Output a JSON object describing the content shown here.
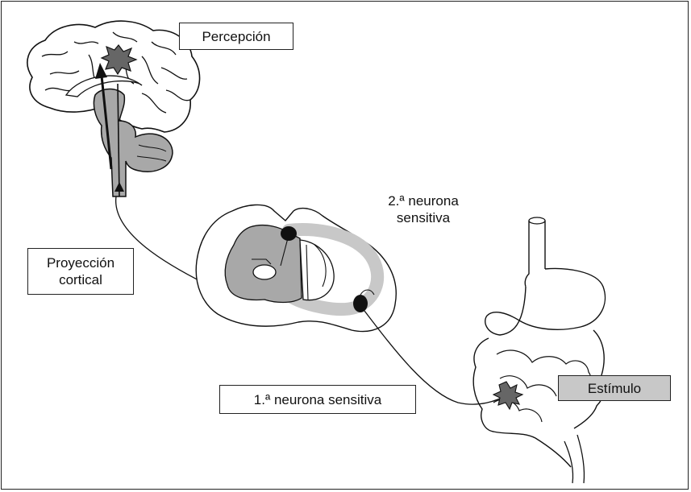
{
  "labels": {
    "percepcion": "Percepción",
    "segunda_neurona_line1": "2.ª neurona",
    "segunda_neurona_line2": "sensitiva",
    "proyeccion_line1": "Proyección",
    "proyeccion_line2": "cortical",
    "primera_neurona": "1.ª neurona sensitiva",
    "estimulo": "Estímulo"
  },
  "colors": {
    "gray_fill": "#a8a8a8",
    "light_gray": "#c8c8c8",
    "dark_gray": "#666666",
    "line": "#111111"
  }
}
